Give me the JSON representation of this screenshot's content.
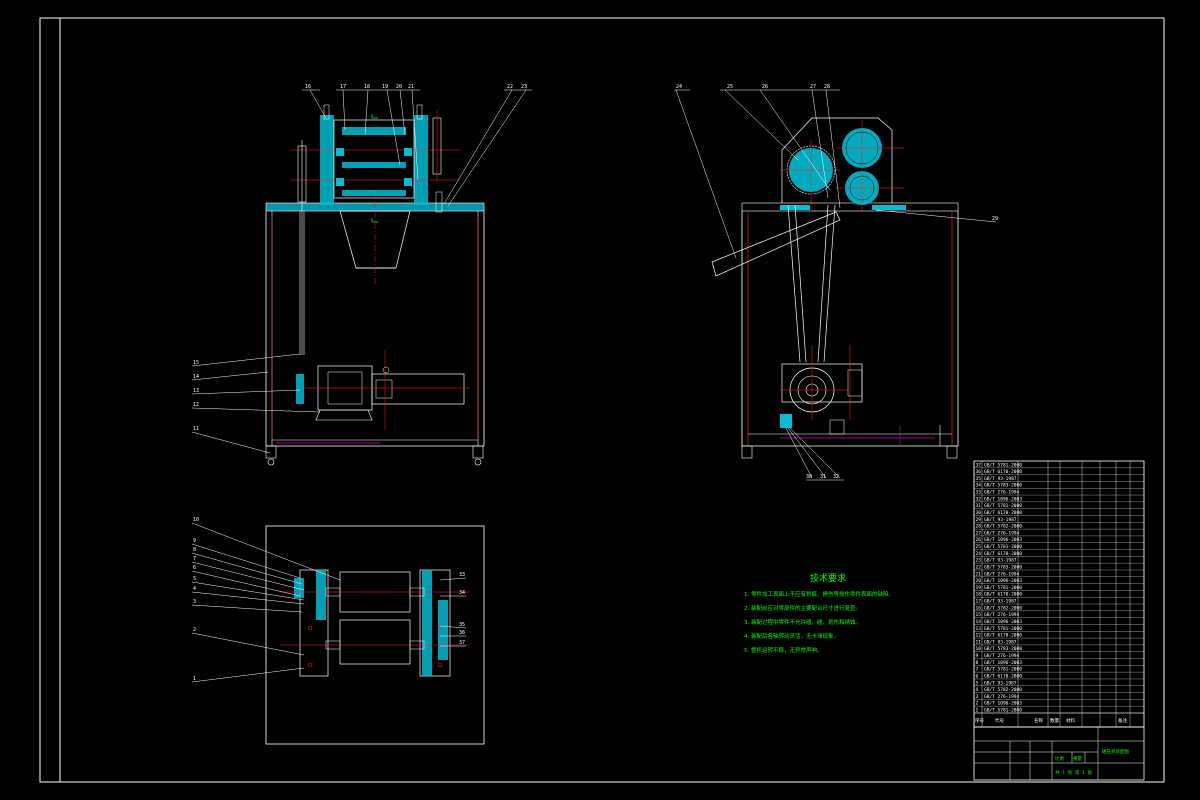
{
  "colors": {
    "background": "#000000",
    "frame": "#ffffff",
    "section_hatch": "#00bcd4",
    "centerline": "#ff2020",
    "dimension": "#cc00cc",
    "notes": "#00ff00"
  },
  "front_view_callouts": [
    "16",
    "17",
    "18",
    "19",
    "20",
    "21",
    "22",
    "23"
  ],
  "front_view_left_callouts": [
    "15",
    "14",
    "13",
    "12",
    "11"
  ],
  "side_view_callouts": [
    "24",
    "25",
    "26",
    "27",
    "28"
  ],
  "side_view_right_callouts": [
    "29"
  ],
  "side_view_bottom_callouts": [
    "30",
    "31",
    "32"
  ],
  "top_view_left_callouts": [
    "10",
    "9",
    "8",
    "7",
    "6",
    "5",
    "4",
    "3",
    "2",
    "1"
  ],
  "top_view_right_callouts": [
    "33",
    "34",
    "35",
    "36",
    "37"
  ],
  "tech_requirements": {
    "title": "技术要求",
    "lines": [
      "1. 零件加工表面上不应有划痕、擦伤等损伤零件表面的缺陷。",
      "2. 装配前应对零部件的主要配合尺寸进行复查。",
      "3. 装配过程中零件不允许磕、碰、划伤和锈蚀。",
      "4. 装配后各轴转动灵活，无卡滞现象。",
      "5. 整机运转平稳，无异常声响。"
    ]
  },
  "bom": {
    "header": [
      "序号",
      "代号",
      "名称",
      "数量",
      "材料",
      "备注"
    ],
    "rows": [
      "GB/T 5781-2000",
      "GB/T 6170-2000",
      "GB/T 93-1987",
      "GB/T 5783-2000",
      "GB/T 276-1994",
      "GB/T 1096-2003",
      "GB/T 5781-2000",
      "GB/T 6170-2000",
      "GB/T 93-1987",
      "GB/T 5782-2000",
      "GB/T 276-1994",
      "GB/T 1096-2003",
      "GB/T 5781-2000",
      "GB/T 6170-2000",
      "GB/T 93-1987",
      "GB/T 5783-2000",
      "GB/T 276-1994",
      "GB/T 1096-2003",
      "GB/T 5781-2000",
      "GB/T 6170-2000",
      "GB/T 93-1987",
      "GB/T 5782-2000",
      "GB/T 276-1994",
      "GB/T 1096-2003",
      "GB/T 5781-2000",
      "GB/T 6170-2000",
      "GB/T 93-1987",
      "GB/T 5783-2000",
      "GB/T 276-1994",
      "GB/T 1096-2003",
      "GB/T 5781-2000",
      "GB/T 6170-2000",
      "GB/T 93-1987",
      "GB/T 5782-2000",
      "GB/T 276-1994",
      "GB/T 1096-2003",
      "GB/T 5781-2000"
    ]
  },
  "title_block": {
    "drawing_name": "碾压机装配图",
    "sheet_info": "共 1 张   第 1 张",
    "scale_label": "比例",
    "weight_label": "重量"
  }
}
